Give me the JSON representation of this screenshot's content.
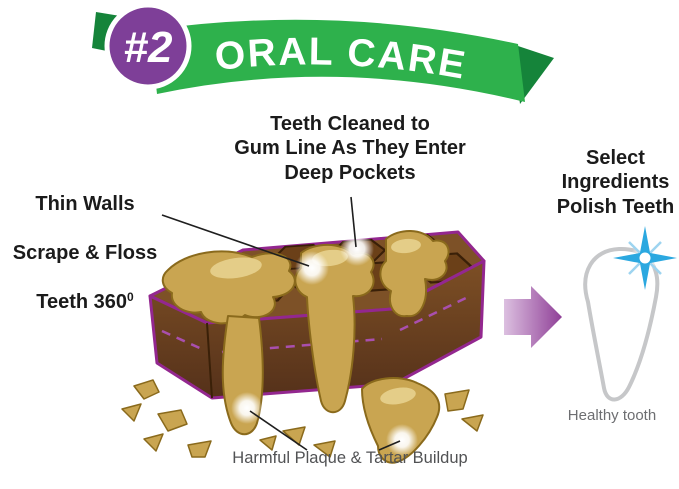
{
  "banner": {
    "number": "#2",
    "title": "ORAL CARE"
  },
  "callouts": {
    "teeth_cleaned": "Teeth Cleaned to\nGum Line As They Enter\nDeep Pockets",
    "thin_walls_lines": [
      "Thin Walls",
      "Scrape & Floss",
      "Teeth 360"
    ],
    "thin_walls_sup": "0",
    "select_ingredients": "Select\nIngredients\nPolish Teeth"
  },
  "captions": {
    "healthy_tooth": "Healthy tooth",
    "plaque": "Harmful Plaque & Tartar Buildup"
  },
  "colors": {
    "ribbon_green": "#2eb14c",
    "ribbon_green_dark": "#15843a",
    "badge_purple": "#7e3f98",
    "outline_purple": "#93278f",
    "chew_brown": "#7d5127",
    "plaque_tan": "#c9a551",
    "plaque_tan_dark": "#8a6a1c",
    "arrow_purple": "#8f3f97",
    "sparkle_blue": "#2ba8e0",
    "text_dark": "#1b1b1b",
    "text_gray": "#6d6e71",
    "caption_gray": "#515254"
  }
}
